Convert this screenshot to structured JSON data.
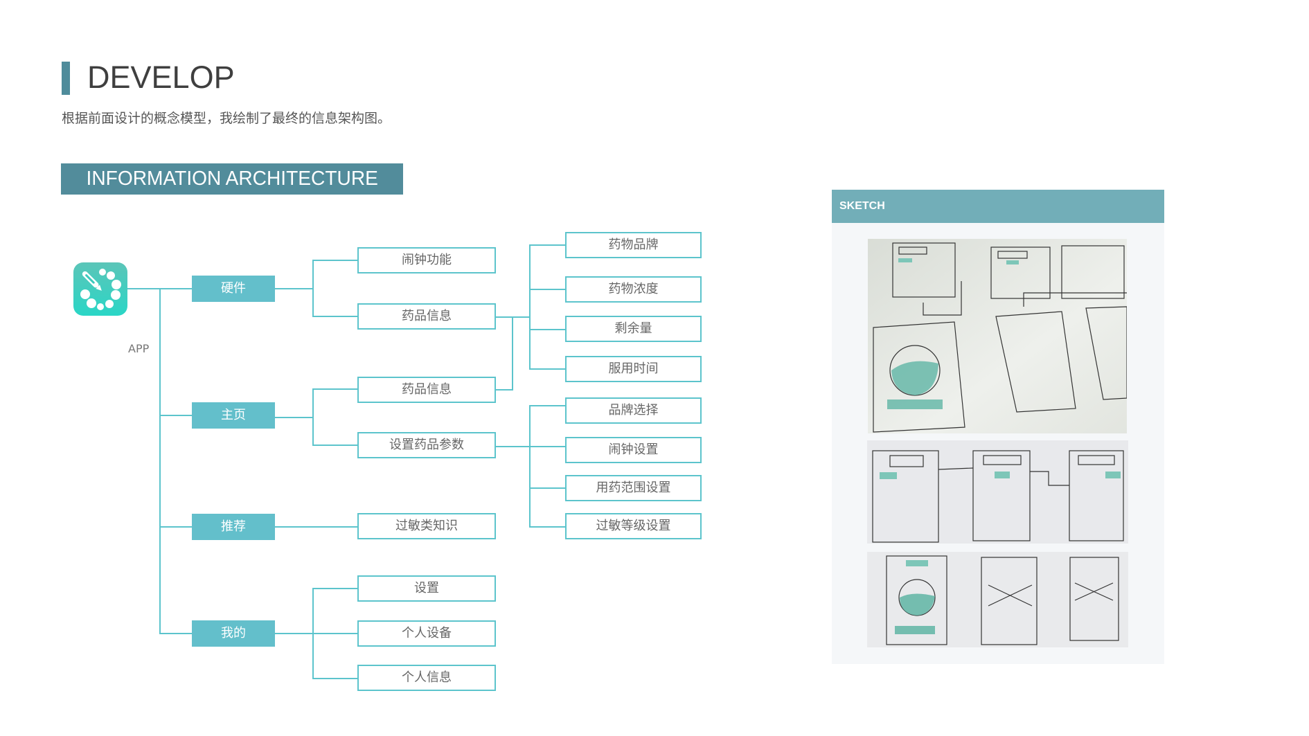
{
  "header": {
    "title": "DEVELOP",
    "subtitle": "根据前面设计的概念模型，我绘制了最终的信息架构图。",
    "section_banner": "INFORMATION ARCHITECTURE"
  },
  "colors": {
    "accent": "#4f8c9b",
    "banner": "#528c9b",
    "category_fill": "#63bfcb",
    "connector": "#5cc4cc",
    "sketch_header": "#72aeb8",
    "app_icon_top": "#5bc5b8",
    "app_icon_bottom": "#2ad6c6"
  },
  "tree": {
    "root": {
      "label": "APP",
      "icon": "app-clock-pen-icon"
    },
    "categories": [
      {
        "label": "硬件",
        "children": [
          "闹钟功能",
          "药品信息"
        ]
      },
      {
        "label": "主页",
        "children": [
          "药品信息",
          "设置药品参数"
        ]
      },
      {
        "label": "推荐",
        "children": [
          "过敏类知识"
        ]
      },
      {
        "label": "我的",
        "children": [
          "设置",
          "个人设备",
          "个人信息"
        ]
      }
    ],
    "medicine_info_children": [
      "药物品牌",
      "药物浓度",
      "剩余量",
      "服用时间"
    ],
    "medicine_params_children": [
      "品牌选择",
      "闹钟设置",
      "用药范围设置",
      "过敏等级设置"
    ]
  },
  "sketch": {
    "header": "SKETCH",
    "photos": [
      "sketch-photo-overview",
      "sketch-photo-settings-screens",
      "sketch-photo-home-screens"
    ]
  }
}
